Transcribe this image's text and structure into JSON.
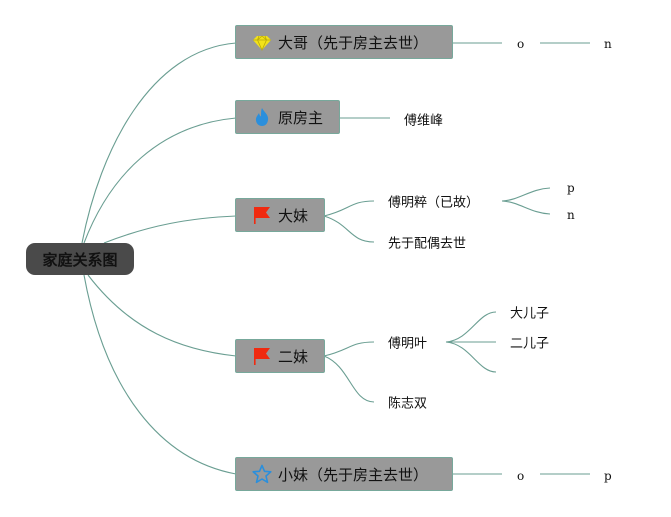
{
  "root": {
    "label": "家庭关系图"
  },
  "branches": [
    {
      "label": "大哥（先于房主去世）",
      "icon": "diamond-icon",
      "icon_color": "#f2e21a",
      "children": [
        {
          "label": "o"
        },
        {
          "label": "n"
        }
      ]
    },
    {
      "label": "原房主",
      "icon": "flame-icon",
      "icon_color": "#2b8fdc",
      "children": [
        {
          "label": "傅维峰"
        }
      ]
    },
    {
      "label": "大妹",
      "icon": "flag-icon",
      "icon_color": "#f02a10",
      "children": [
        {
          "label": "傅明粹（已故）",
          "children": [
            {
              "label": "p"
            },
            {
              "label": "n"
            }
          ]
        },
        {
          "label": "先于配偶去世"
        }
      ]
    },
    {
      "label": "二妹",
      "icon": "flag-icon",
      "icon_color": "#f02a10",
      "children": [
        {
          "label": "傅明叶",
          "children": [
            {
              "label": "大儿子"
            },
            {
              "label": "二儿子"
            },
            {
              "label": ""
            }
          ]
        },
        {
          "label": "陈志双"
        }
      ]
    },
    {
      "label": "小妹（先于房主去世）",
      "icon": "star-icon",
      "icon_color": "#2b8fdc",
      "children": [
        {
          "label": "o"
        },
        {
          "label": "p"
        }
      ]
    }
  ],
  "colors": {
    "link": "#6a9e92",
    "node_fill": "#999999",
    "node_border": "#77a89b",
    "root_fill": "#4a4a4a"
  }
}
